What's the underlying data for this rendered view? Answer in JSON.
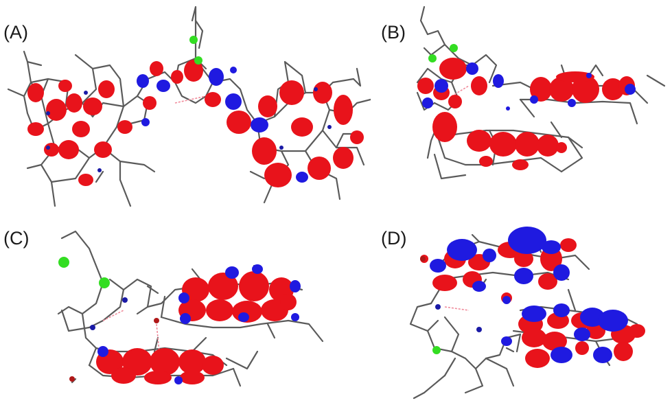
{
  "figure": {
    "panels": [
      {
        "id": "a",
        "label": "(A)"
      },
      {
        "id": "b",
        "label": "(B)"
      },
      {
        "id": "c",
        "label": "(C)"
      },
      {
        "id": "d",
        "label": "(D)"
      }
    ],
    "colors": {
      "bond": "#5a5a5a",
      "lobe_positive": "#e8131b",
      "lobe_negative": "#1f1ae0",
      "chlorine": "#33dd22",
      "nitrogen": "#1a1aa6",
      "oxygen": "#b01818",
      "hbond": "#f08a9a",
      "background": "#ffffff"
    }
  }
}
